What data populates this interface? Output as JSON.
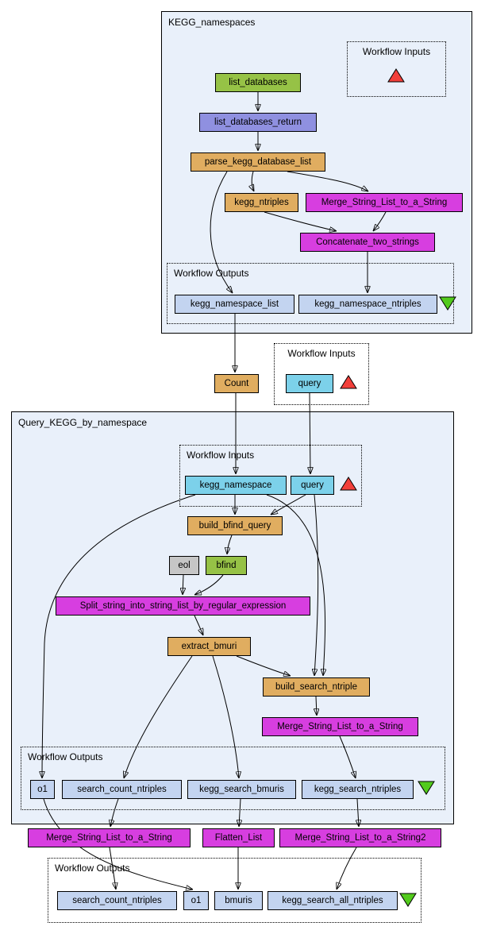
{
  "colors": {
    "group_bg": "#e9f0fa",
    "green_node": "#96c246",
    "purple_node": "#8f90e0",
    "tan_node": "#e0ad60",
    "magenta_node": "#d73ee0",
    "cyan_node": "#7cd1ea",
    "port_node": "#c3d4f0",
    "grey_node": "#c6c6c6",
    "red_triangle": "#f23f3a",
    "green_triangle": "#52cb1c"
  },
  "groups": {
    "kegg_namespaces": {
      "title": "KEGG_namespaces"
    },
    "query_kegg_by_namespace": {
      "title": "Query_KEGG_by_namespace"
    }
  },
  "port_boxes": {
    "top_inputs": {
      "title": "Workflow Inputs"
    },
    "top_outputs": {
      "title": "Workflow Outputs"
    },
    "mid_inputs": {
      "title": "Workflow Inputs"
    },
    "inner_inputs": {
      "title": "Workflow Inputs"
    },
    "inner_outputs": {
      "title": "Workflow Outputs"
    },
    "bottom_outputs": {
      "title": "Workflow Outputs"
    }
  },
  "nodes": {
    "list_databases": {
      "label": "list_databases"
    },
    "list_databases_return": {
      "label": "list_databases_return"
    },
    "parse_kegg_database_list": {
      "label": "parse_kegg_database_list"
    },
    "kegg_ntriples": {
      "label": "kegg_ntriples"
    },
    "merge_string_list_top": {
      "label": "Merge_String_List_to_a_String"
    },
    "concatenate_two_strings": {
      "label": "Concatenate_two_strings"
    },
    "kegg_namespace_list": {
      "label": "kegg_namespace_list"
    },
    "kegg_namespace_ntriples": {
      "label": "kegg_namespace_ntriples"
    },
    "count": {
      "label": "Count"
    },
    "query_outer": {
      "label": "query"
    },
    "kegg_namespace": {
      "label": "kegg_namespace"
    },
    "query_inner": {
      "label": "query"
    },
    "build_bfind_query": {
      "label": "build_bfind_query"
    },
    "eol": {
      "label": "eol"
    },
    "bfind": {
      "label": "bfind"
    },
    "split_string": {
      "label": "Split_string_into_string_list_by_regular_expression"
    },
    "extract_bmuri": {
      "label": "extract_bmuri"
    },
    "build_search_ntriple": {
      "label": "build_search_ntriple"
    },
    "merge_string_list_inner": {
      "label": "Merge_String_List_to_a_String"
    },
    "o1_inner": {
      "label": "o1"
    },
    "search_count_ntriples_inner": {
      "label": "search_count_ntriples"
    },
    "kegg_search_bmuris": {
      "label": "kegg_search_bmuris"
    },
    "kegg_search_ntriples": {
      "label": "kegg_search_ntriples"
    },
    "merge_string_list_bottom": {
      "label": "Merge_String_List_to_a_String"
    },
    "flatten_list": {
      "label": "Flatten_List"
    },
    "merge_string_list_bottom2": {
      "label": "Merge_String_List_to_a_String2"
    },
    "search_count_ntriples_out": {
      "label": "search_count_ntriples"
    },
    "o1_out": {
      "label": "o1"
    },
    "bmuris_out": {
      "label": "bmuris"
    },
    "kegg_search_all_ntriples": {
      "label": "kegg_search_all_ntriples"
    }
  }
}
